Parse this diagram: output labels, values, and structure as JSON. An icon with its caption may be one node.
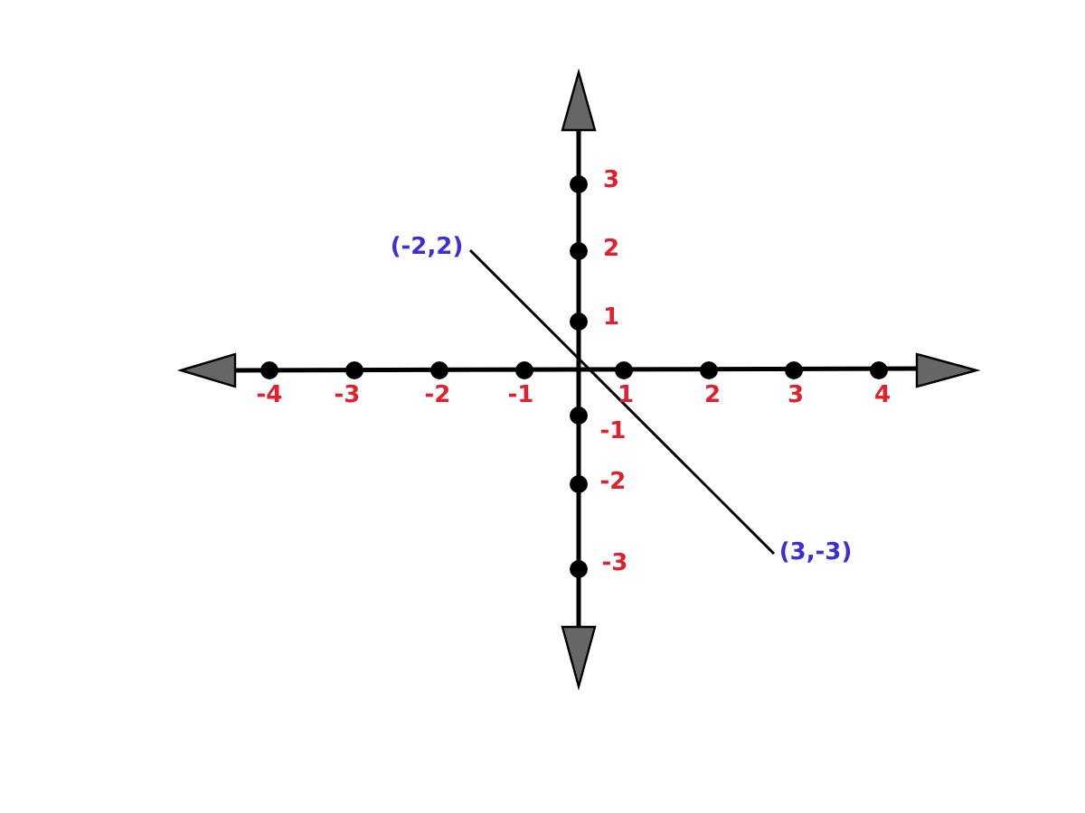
{
  "diagram": {
    "nodes": [
      {
        "text": [
          "(-2,2)"
        ]
      },
      {
        "text": [
          "(3,-3)"
        ]
      }
    ],
    "edges": [
      {
        "from": 0,
        "to": 1,
        "arrow": "none"
      }
    ],
    "labels": [
      "3",
      "2",
      "1",
      "-4",
      "-3",
      "-2",
      "-1",
      "1",
      "2",
      "3",
      "4",
      "-1",
      "-2",
      "-3"
    ]
  }
}
